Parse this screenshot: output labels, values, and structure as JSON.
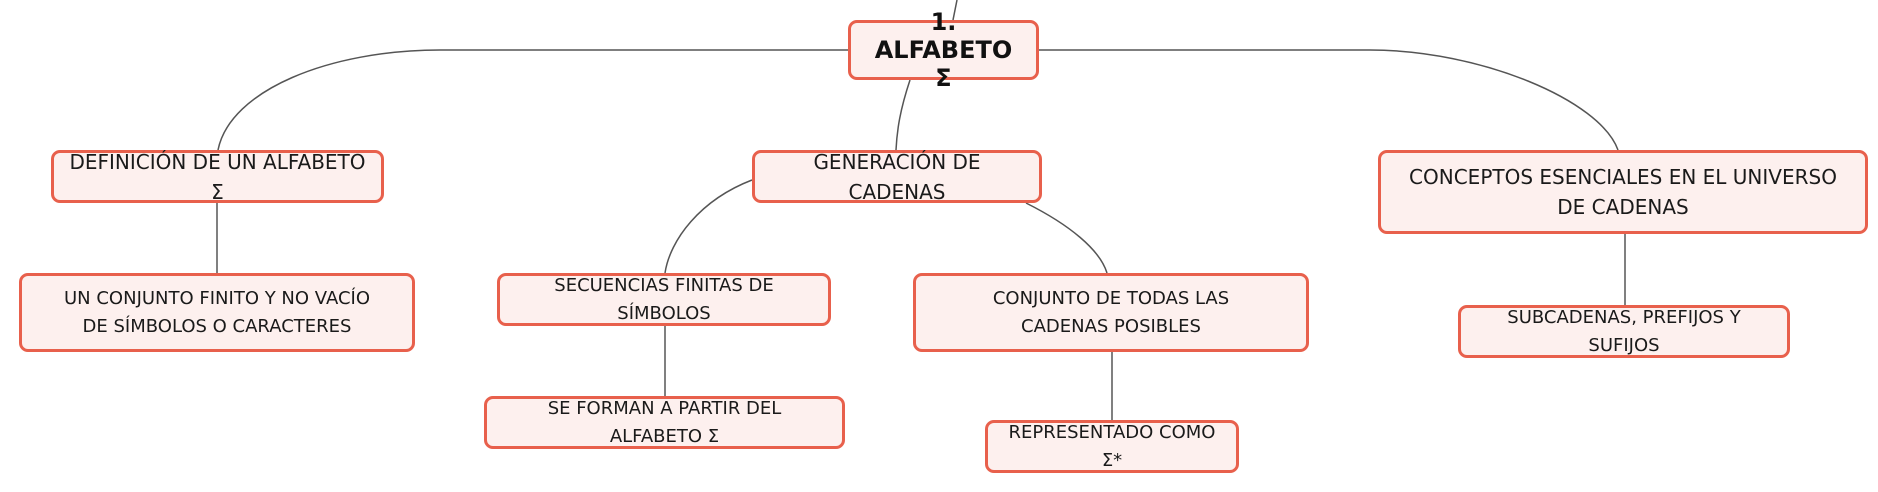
{
  "theme": {
    "node_fill": "#fdf0ee",
    "node_border": "#e8604c",
    "connector": "#555555",
    "text": "#1a1a1a"
  },
  "root": {
    "label": "1. ALFABETO Σ"
  },
  "branches": [
    {
      "label": "DEFINICIÓN DE UN ALFABETO Σ",
      "children": [
        {
          "label": "UN CONJUNTO FINITO Y NO VACÍO DE SÍMBOLOS O CARACTERES"
        }
      ]
    },
    {
      "label": "GENERACIÓN DE CADENAS",
      "children": [
        {
          "label": "SECUENCIAS FINITAS DE SÍMBOLOS",
          "children": [
            {
              "label": "SE FORMAN A PARTIR DEL ALFABETO Σ"
            }
          ]
        },
        {
          "label": "CONJUNTO DE TODAS LAS CADENAS POSIBLES",
          "children": [
            {
              "label": "REPRESENTADO COMO Σ*"
            }
          ]
        }
      ]
    },
    {
      "label": "CONCEPTOS ESENCIALES EN EL UNIVERSO DE CADENAS",
      "children": [
        {
          "label": "SUBCADENAS, PREFIJOS Y SUFIJOS"
        }
      ]
    }
  ]
}
